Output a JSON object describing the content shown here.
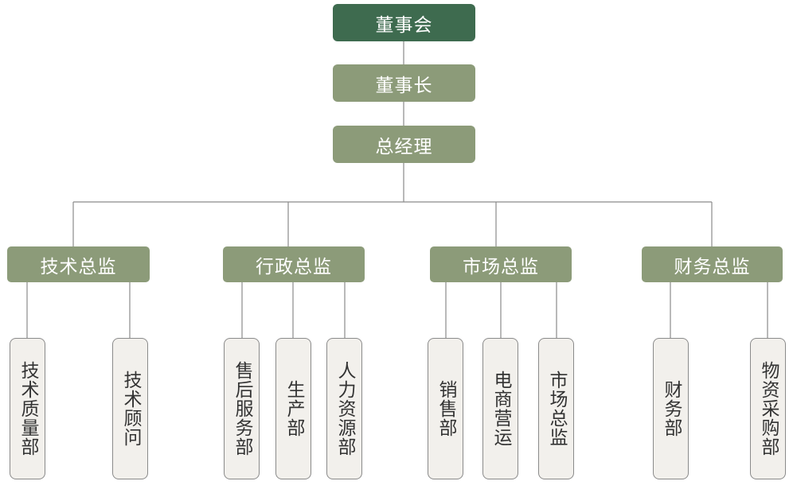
{
  "chairman_board": "董事会",
  "chairman": "董事长",
  "general_manager": "总经理",
  "directors": [
    {
      "label": "技术总监",
      "departments": [
        "技术质量部",
        "技术顾问"
      ]
    },
    {
      "label": "行政总监",
      "departments": [
        "售后服务部",
        "生产部",
        "人力资源部"
      ]
    },
    {
      "label": "市场总监",
      "departments": [
        "销售部",
        "电商营运",
        "市场总监"
      ]
    },
    {
      "label": "财务总监",
      "departments": [
        "财务部",
        "物资采购部"
      ]
    }
  ],
  "colors": {
    "top": "#3e6b4f",
    "middle": "#8c9b79",
    "department_fill": "#f2f0ec",
    "line": "#8a8a8a"
  }
}
